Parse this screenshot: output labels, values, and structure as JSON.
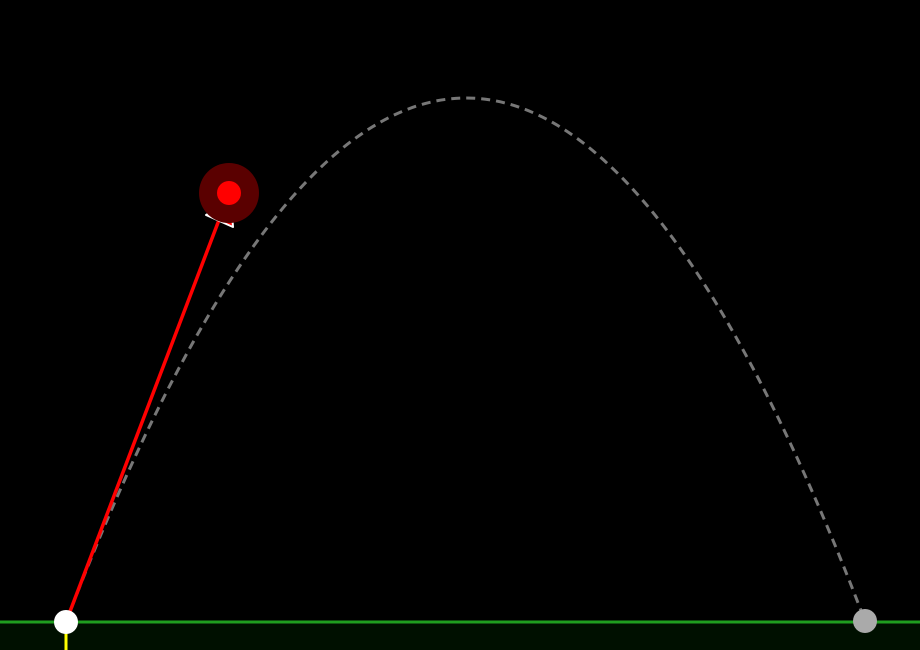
{
  "scene": {
    "colors": {
      "background": "#000000",
      "ground_fill": "#001000",
      "ground_line": "#1f9e1f",
      "trajectory": "#777777",
      "launch_vector": "#ff0000",
      "arrowhead": "#ff0000",
      "arrowhead_outline": "#ffffff",
      "handle": "#ff0000",
      "handle_glow": "#5a0000",
      "projectile": "#ffffff",
      "landing_marker": "#aaaaaa",
      "launcher_post": "#ffff00"
    },
    "elements": {
      "ground": "ground-plane",
      "trajectory": "predicted-trajectory",
      "launch_vector": "launch-velocity-vector",
      "aim_handle": "aim-drag-handle",
      "projectile": "projectile-ball",
      "landing": "landing-point-marker",
      "post": "launcher-post"
    }
  }
}
